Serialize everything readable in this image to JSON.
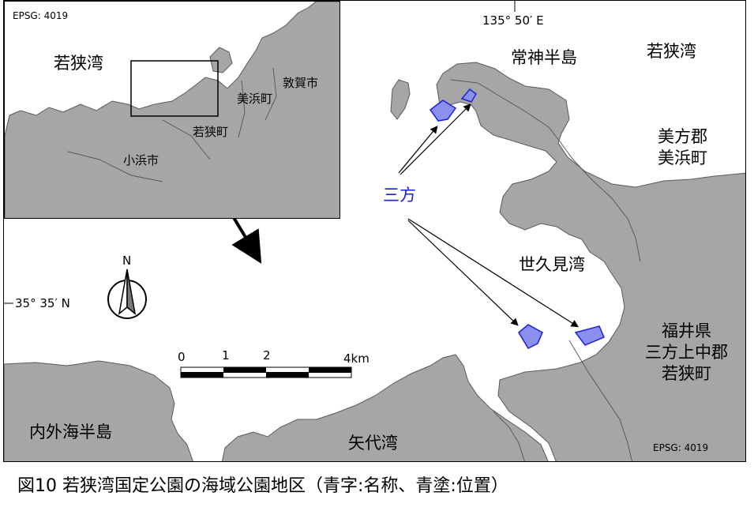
{
  "map": {
    "epsg_top": "EPSG: 4019",
    "epsg_bottom": "EPSG: 4019",
    "lon_label": "135° 50′ E",
    "lat_label": "35° 35′ N",
    "north_label": "N",
    "colors": {
      "land": "#a6a6a6",
      "water": "#ffffff",
      "outline": "#5a5a5a",
      "area_fill": "#8a8ff0",
      "area_stroke": "#1a22d8",
      "label_blue": "#1a22d8"
    }
  },
  "inset": {
    "bay": "若狭湾",
    "mihama": "美浜町",
    "tsuruga": "敦賀市",
    "wakasa": "若狭町",
    "obama": "小浜市"
  },
  "labels": {
    "joshin_peninsula": "常神半島",
    "wakasa_bay": "若狭湾",
    "mikata_mihama": [
      "美方郡",
      "美浜町"
    ],
    "mikata_area": "三方",
    "sekumi_bay": "世久見湾",
    "fukui_wakasa": [
      "福井県",
      "三方上中郡",
      "若狭町"
    ],
    "yashiro_bay": "矢代湾",
    "uchitomi_peninsula": "内外海半島"
  },
  "scale_bar": {
    "ticks": [
      "0",
      "1",
      "2",
      "4km"
    ]
  },
  "caption": "図10 若狭湾国定公園の海域公園地区（青字:名称、青塗:位置）"
}
